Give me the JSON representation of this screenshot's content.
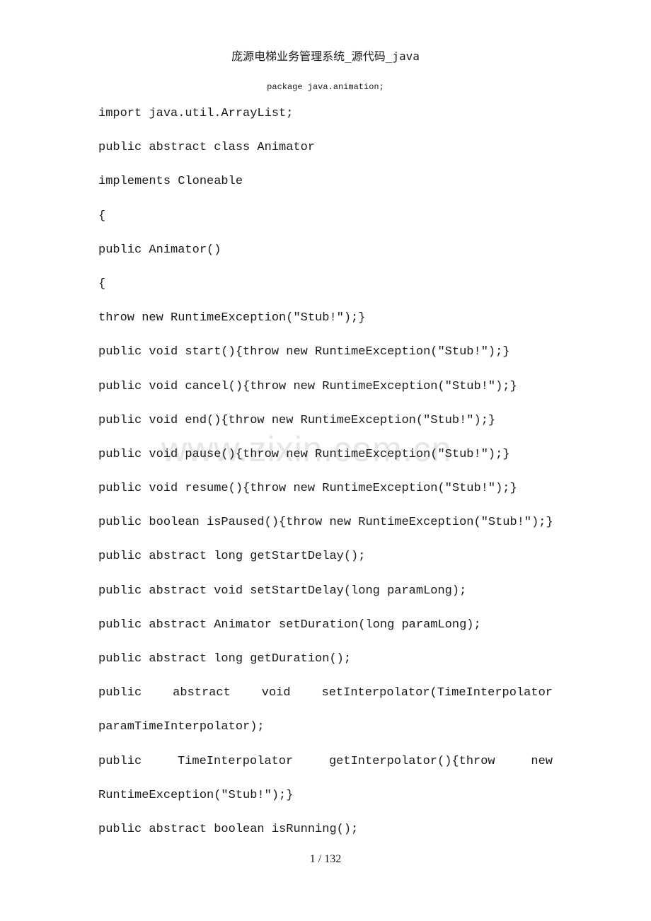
{
  "document": {
    "title": "庞源电梯业务管理系统_源代码_java",
    "package_line": "package java.animation;",
    "watermark": "www.zixin.com.cn",
    "page_number": "1 / 132"
  },
  "code_lines": [
    {
      "text": "import java.util.ArrayList;"
    },
    {
      "text": "public abstract class Animator"
    },
    {
      "text": "implements Cloneable"
    },
    {
      "text": "{"
    },
    {
      "text": "public Animator()"
    },
    {
      "text": "{"
    },
    {
      "text": "throw new RuntimeException(\"Stub!\");}"
    },
    {
      "text": "public void start(){throw new RuntimeException(\"Stub!\");}"
    },
    {
      "text": "public void cancel(){throw new RuntimeException(\"Stub!\");}"
    },
    {
      "text": "public void end(){throw new RuntimeException(\"Stub!\");}"
    },
    {
      "text": "public void pause(){throw new RuntimeException(\"Stub!\");}"
    },
    {
      "text": "public void resume(){throw new RuntimeException(\"Stub!\");}"
    },
    {
      "text": "public boolean isPaused(){throw new RuntimeException(\"Stub!\");}"
    },
    {
      "text": "public abstract long getStartDelay();"
    },
    {
      "text": "public abstract void setStartDelay(long paramLong);"
    },
    {
      "text": "public abstract Animator setDuration(long paramLong);"
    },
    {
      "text": "public abstract long getDuration();"
    },
    {
      "words": [
        "public",
        "abstract",
        "void",
        "setInterpolator(TimeInterpolator"
      ]
    },
    {
      "text": "paramTimeInterpolator);"
    },
    {
      "words": [
        "public",
        "TimeInterpolator",
        "getInterpolator(){throw",
        "new"
      ]
    },
    {
      "text": "RuntimeException(\"Stub!\");}"
    },
    {
      "text": "public abstract boolean isRunning();"
    }
  ]
}
